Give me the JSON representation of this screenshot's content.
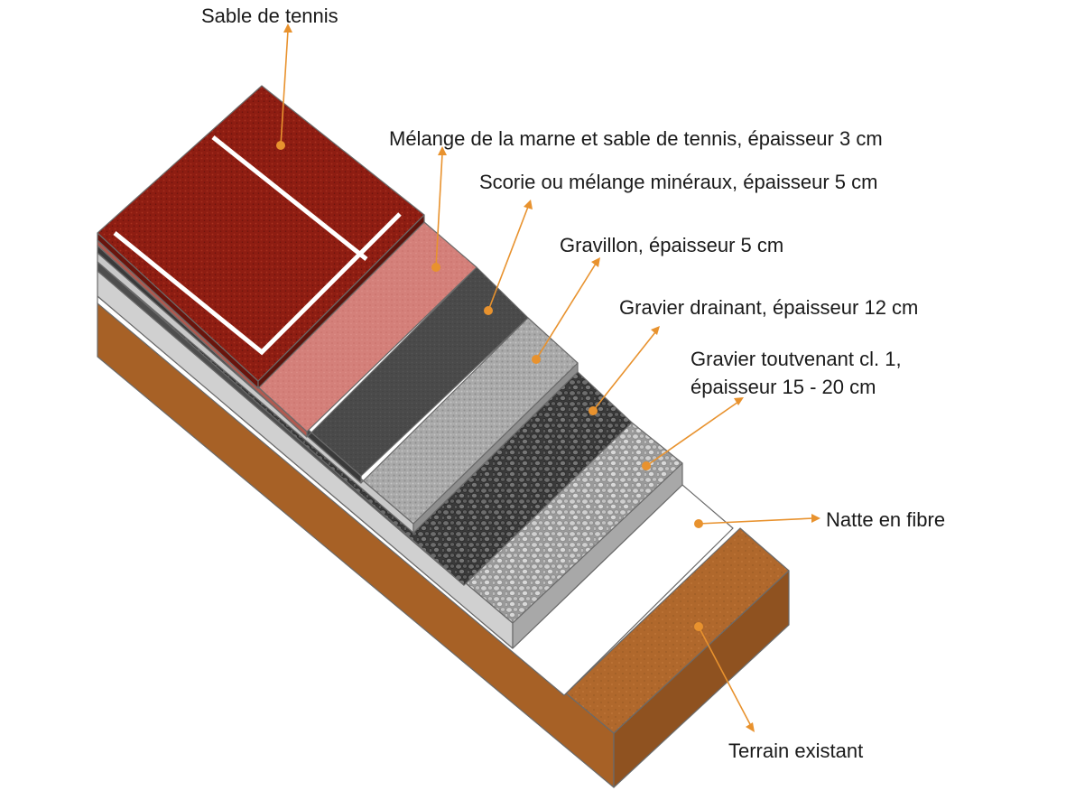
{
  "labels": {
    "sable_tennis": "Sable de tennis",
    "melange_marne": "Mélange de la marne et sable de tennis, épaisseur 3 cm",
    "scorie": "Scorie ou mélange minéraux, épaisseur 5 cm",
    "gravillon": "Gravillon, épaisseur 5 cm",
    "gravier_drainant": "Gravier drainant, épaisseur 12 cm",
    "gravier_toutvenant_line1": "Gravier toutvenant cl. 1,",
    "gravier_toutvenant_line2": "épaisseur 15 - 20 cm",
    "natte_fibre": "Natte en fibre",
    "terrain_existant": "Terrain existant"
  },
  "colors": {
    "sable_tennis": "#8e1d12",
    "court_lines": "#ffffff",
    "melange_marne": "#d4807a",
    "scorie": "#4a4a4a",
    "gravillon": "#a9a9a9",
    "gravier_drainant": "#555555",
    "gravier_toutvenant": "#bdbdbd",
    "natte_fibre": "#ffffff",
    "terrain_existant": "#b0682c",
    "leader": "#e8922e"
  }
}
